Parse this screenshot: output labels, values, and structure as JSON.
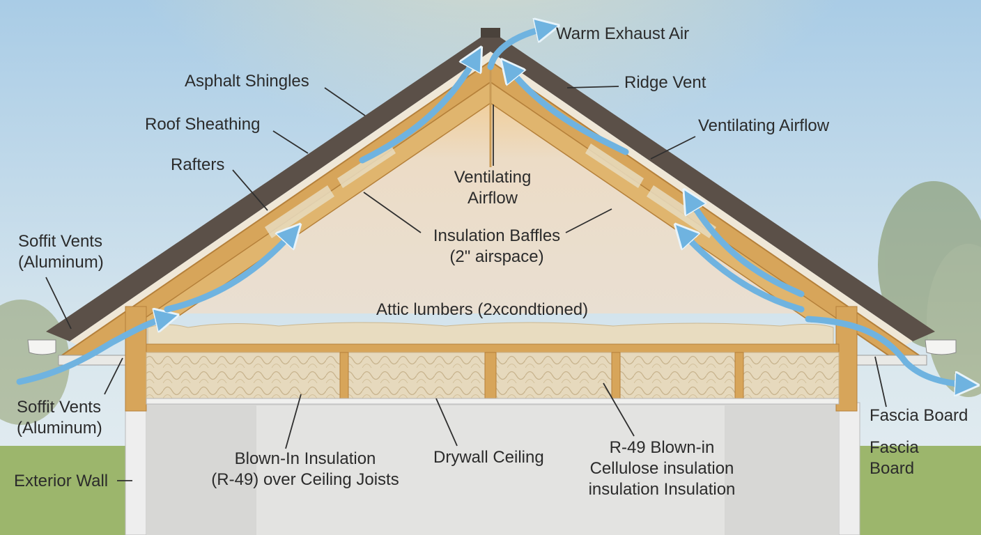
{
  "labels": {
    "warm_exhaust_air": "Warm Exhaust Air",
    "ridge_vent": "Ridge Vent",
    "asphalt_shingles": "Asphalt Shingles",
    "roof_sheathing": "Roof Sheathing",
    "ventilating_airflow_right": "Ventilating Airflow",
    "rafters": "Rafters",
    "ventilating_airflow_center": [
      "Ventilating",
      "Airflow"
    ],
    "insulation_baffles": [
      "Insulation Baffles",
      "(2\" airspace)"
    ],
    "soffit_vents_upper": [
      "Soffit Vents",
      "(Aluminum)"
    ],
    "attic_lumbers": "Attic lumbers (2xcondtioned)",
    "soffit_vents_lower": [
      "Soffit Vents",
      "(Aluminum)"
    ],
    "fascia_board_1": "Fascia Board",
    "fascia_board_2": [
      "Fascia",
      "Board"
    ],
    "blown_in_insulation": [
      "Blown-In Insulation",
      "(R-49) over Ceiling Joists"
    ],
    "drywall_ceiling": "Drywall Ceiling",
    "r49_cellulose": [
      "R-49 Blown-in",
      "Cellulose insulation",
      "insulation Insulation"
    ],
    "exterior_wall": "Exterior Wall"
  },
  "colors": {
    "sky_top": "#a9cce6",
    "sky_bottom": "#e6eef2",
    "grass": "#9cb66c",
    "lumber": "#d7a55a",
    "lumber_dark": "#b5803a",
    "shingles": "#5b5048",
    "insulation": "#e8dcc0",
    "attic_wall": "#efe3d2",
    "airflow": "#6fb3e0",
    "label_text": "#2b2b2b",
    "leader_line": "#2f2f2f"
  },
  "icons": [
    "airflow-arrow-icon"
  ]
}
